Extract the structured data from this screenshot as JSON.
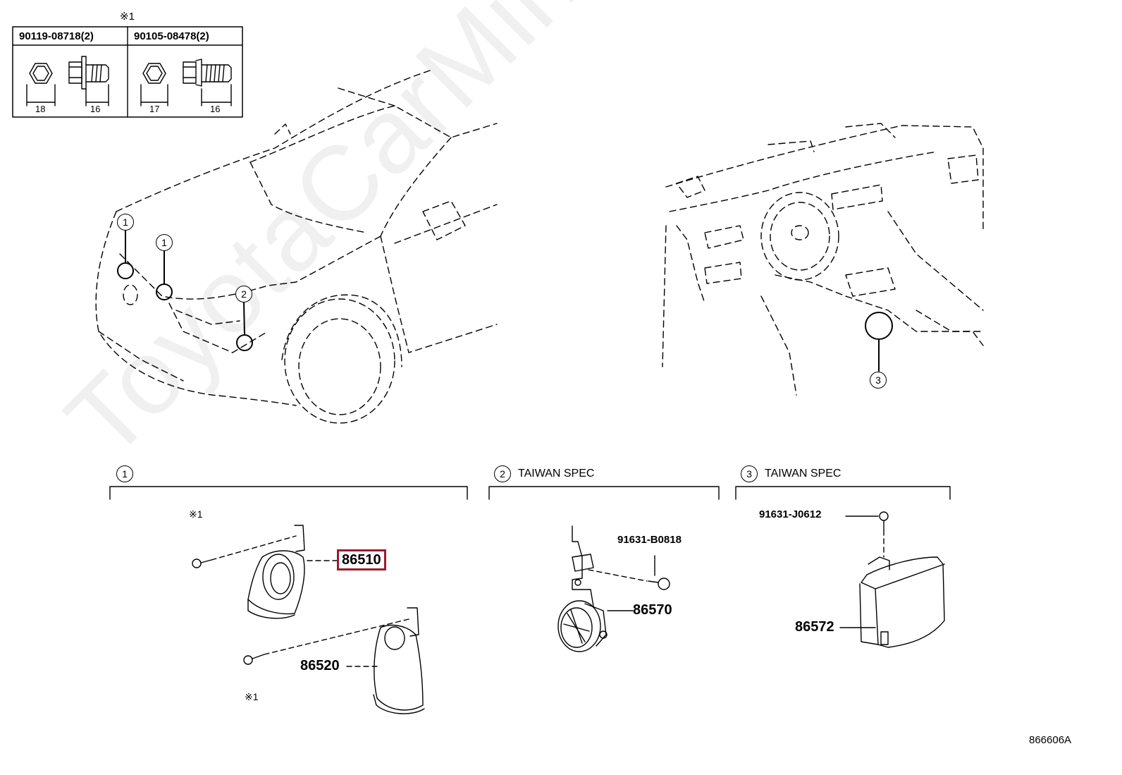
{
  "bolt_table": {
    "note_mark": "※1",
    "bolts": [
      {
        "part": "90119-08718(2)",
        "dim_head": "18",
        "dim_length": "16"
      },
      {
        "part": "90105-08478(2)",
        "dim_head": "17",
        "dim_length": "16"
      }
    ]
  },
  "callouts": {
    "c1": "1",
    "c2": "2",
    "c3": "3"
  },
  "sections": {
    "s1": {
      "num": "1",
      "label": ""
    },
    "s2": {
      "num": "2",
      "label": "TAIWAN SPEC"
    },
    "s3": {
      "num": "3",
      "label": "TAIWAN SPEC"
    }
  },
  "parts": {
    "p86510": "86510",
    "p86520": "86520",
    "p86570": "86570",
    "p86572": "86572",
    "bolt_b0818": "91631-B0818",
    "bolt_j0612": "91631-J0612",
    "note_a": "※1",
    "note_b": "※1"
  },
  "highlight_color": "#9b1b30",
  "diagram_id": "866606A",
  "watermark": "ToyotaCarMine.ru"
}
